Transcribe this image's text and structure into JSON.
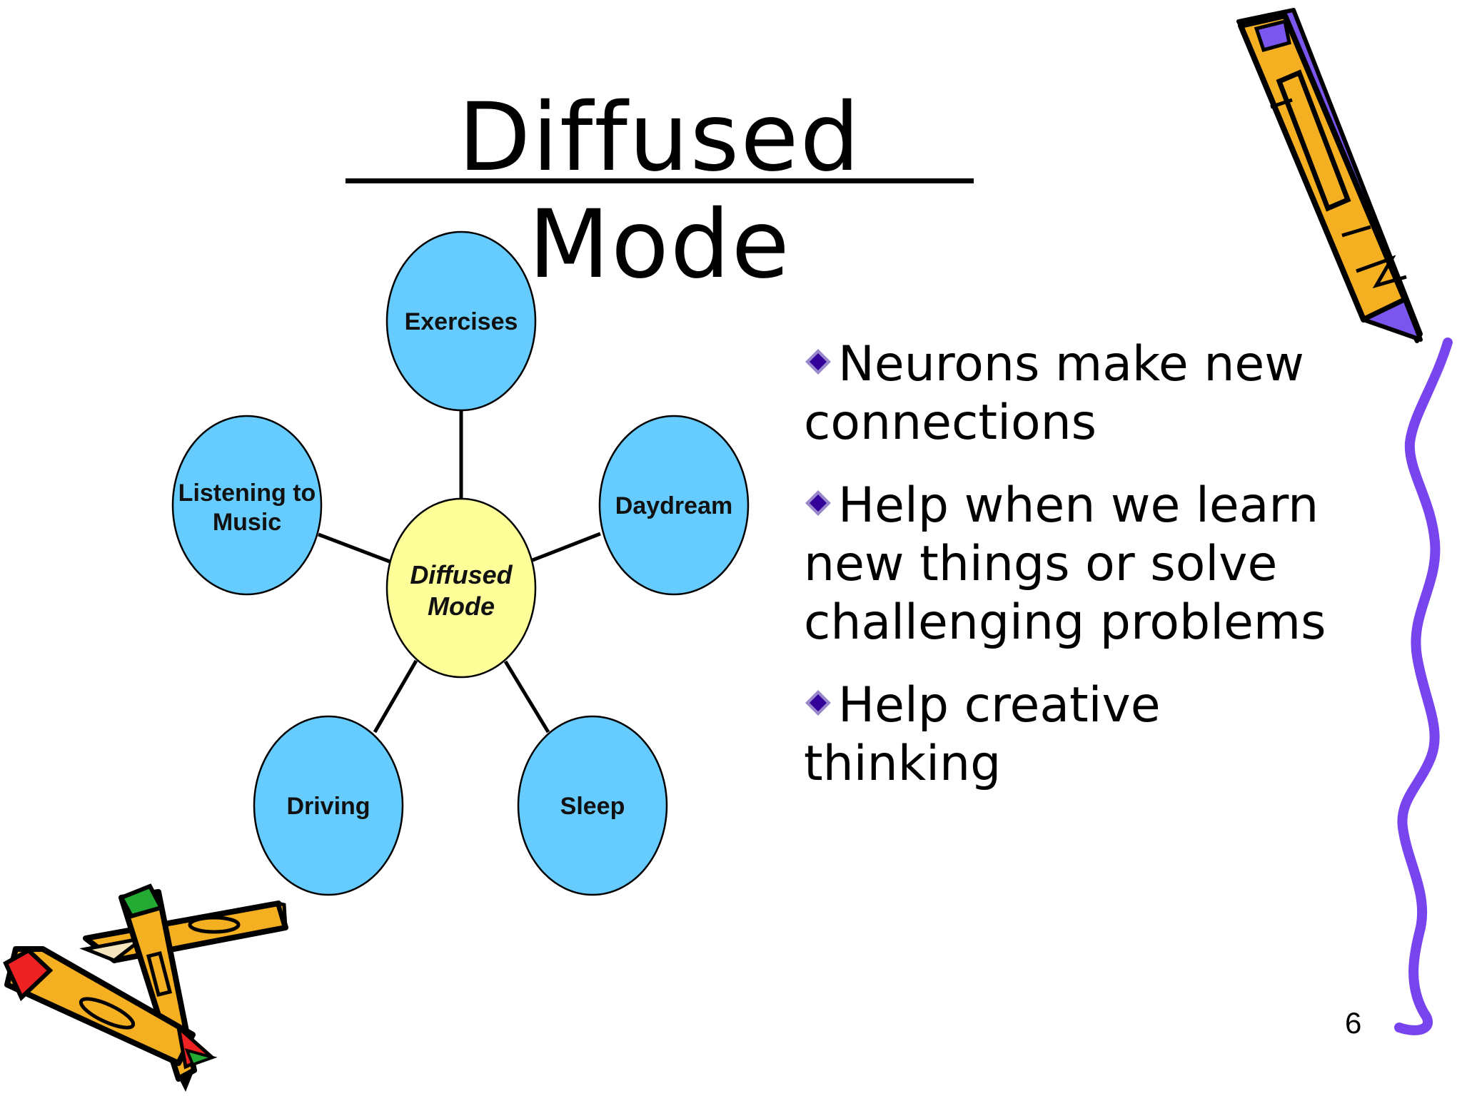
{
  "slide": {
    "title": "Diffused Mode",
    "page_number": "6"
  },
  "diagram": {
    "center": {
      "line1": "Diffused",
      "line2": "Mode"
    },
    "nodes": {
      "exercises": "Exercises",
      "daydream": "Daydream",
      "listening_line1": "Listening to",
      "listening_line2": "Music",
      "driving": "Driving",
      "sleep": "Sleep"
    }
  },
  "bullets": [
    {
      "line1": "Neurons make new",
      "line2": "connections"
    },
    {
      "line1": "Help when we learn",
      "line2": "new things or solve",
      "line3": "challenging problems"
    },
    {
      "line1": "Help creative",
      "line2": "thinking"
    }
  ],
  "colors": {
    "node_fill": "#66ccff",
    "center_fill": "#ffff99",
    "bullet_diamond": "#330099",
    "squiggle": "#7744ee",
    "pencil_body": "#f5b021"
  },
  "icons": [
    "pencil-icon",
    "diamond-bullet-icon"
  ]
}
